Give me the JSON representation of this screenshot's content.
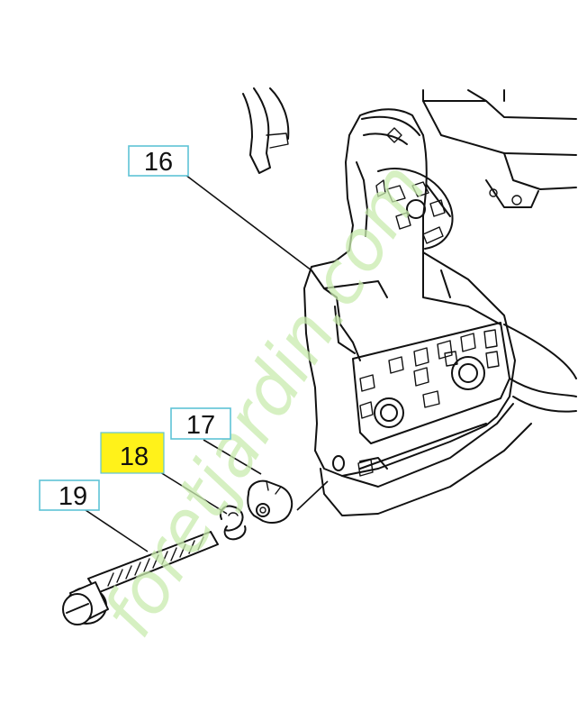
{
  "callouts": [
    {
      "id": "16",
      "label": "16",
      "highlighted": false
    },
    {
      "id": "17",
      "label": "17",
      "highlighted": false
    },
    {
      "id": "18",
      "label": "18",
      "highlighted": true
    },
    {
      "id": "19",
      "label": "19",
      "highlighted": false
    }
  ],
  "watermark": "foretjardin.com",
  "colors": {
    "box_border": "#5ec3d6",
    "highlight": "#fff21a",
    "watermark": "#c9ecae",
    "line": "#111111"
  }
}
